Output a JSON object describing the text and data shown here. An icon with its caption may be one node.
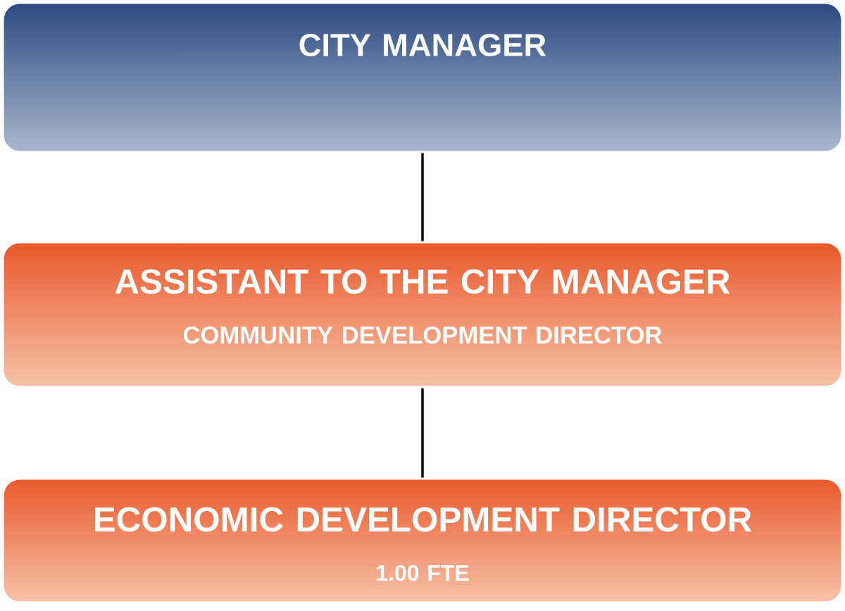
{
  "diagram": {
    "nodes": [
      {
        "text": [
          "CITY MANAGER"
        ]
      },
      {
        "text": [
          "ASSISTANT TO THE CITY MANAGER",
          "COMMUNITY DEVELOPMENT DIRECTOR"
        ]
      },
      {
        "text": [
          "ECONOMIC DEVELOPMENT DIRECTOR",
          "1.00 FTE"
        ]
      }
    ],
    "edges": [
      {
        "from": 0,
        "to": 1,
        "arrow": "none"
      },
      {
        "from": 1,
        "to": 2,
        "arrow": "none"
      }
    ]
  }
}
